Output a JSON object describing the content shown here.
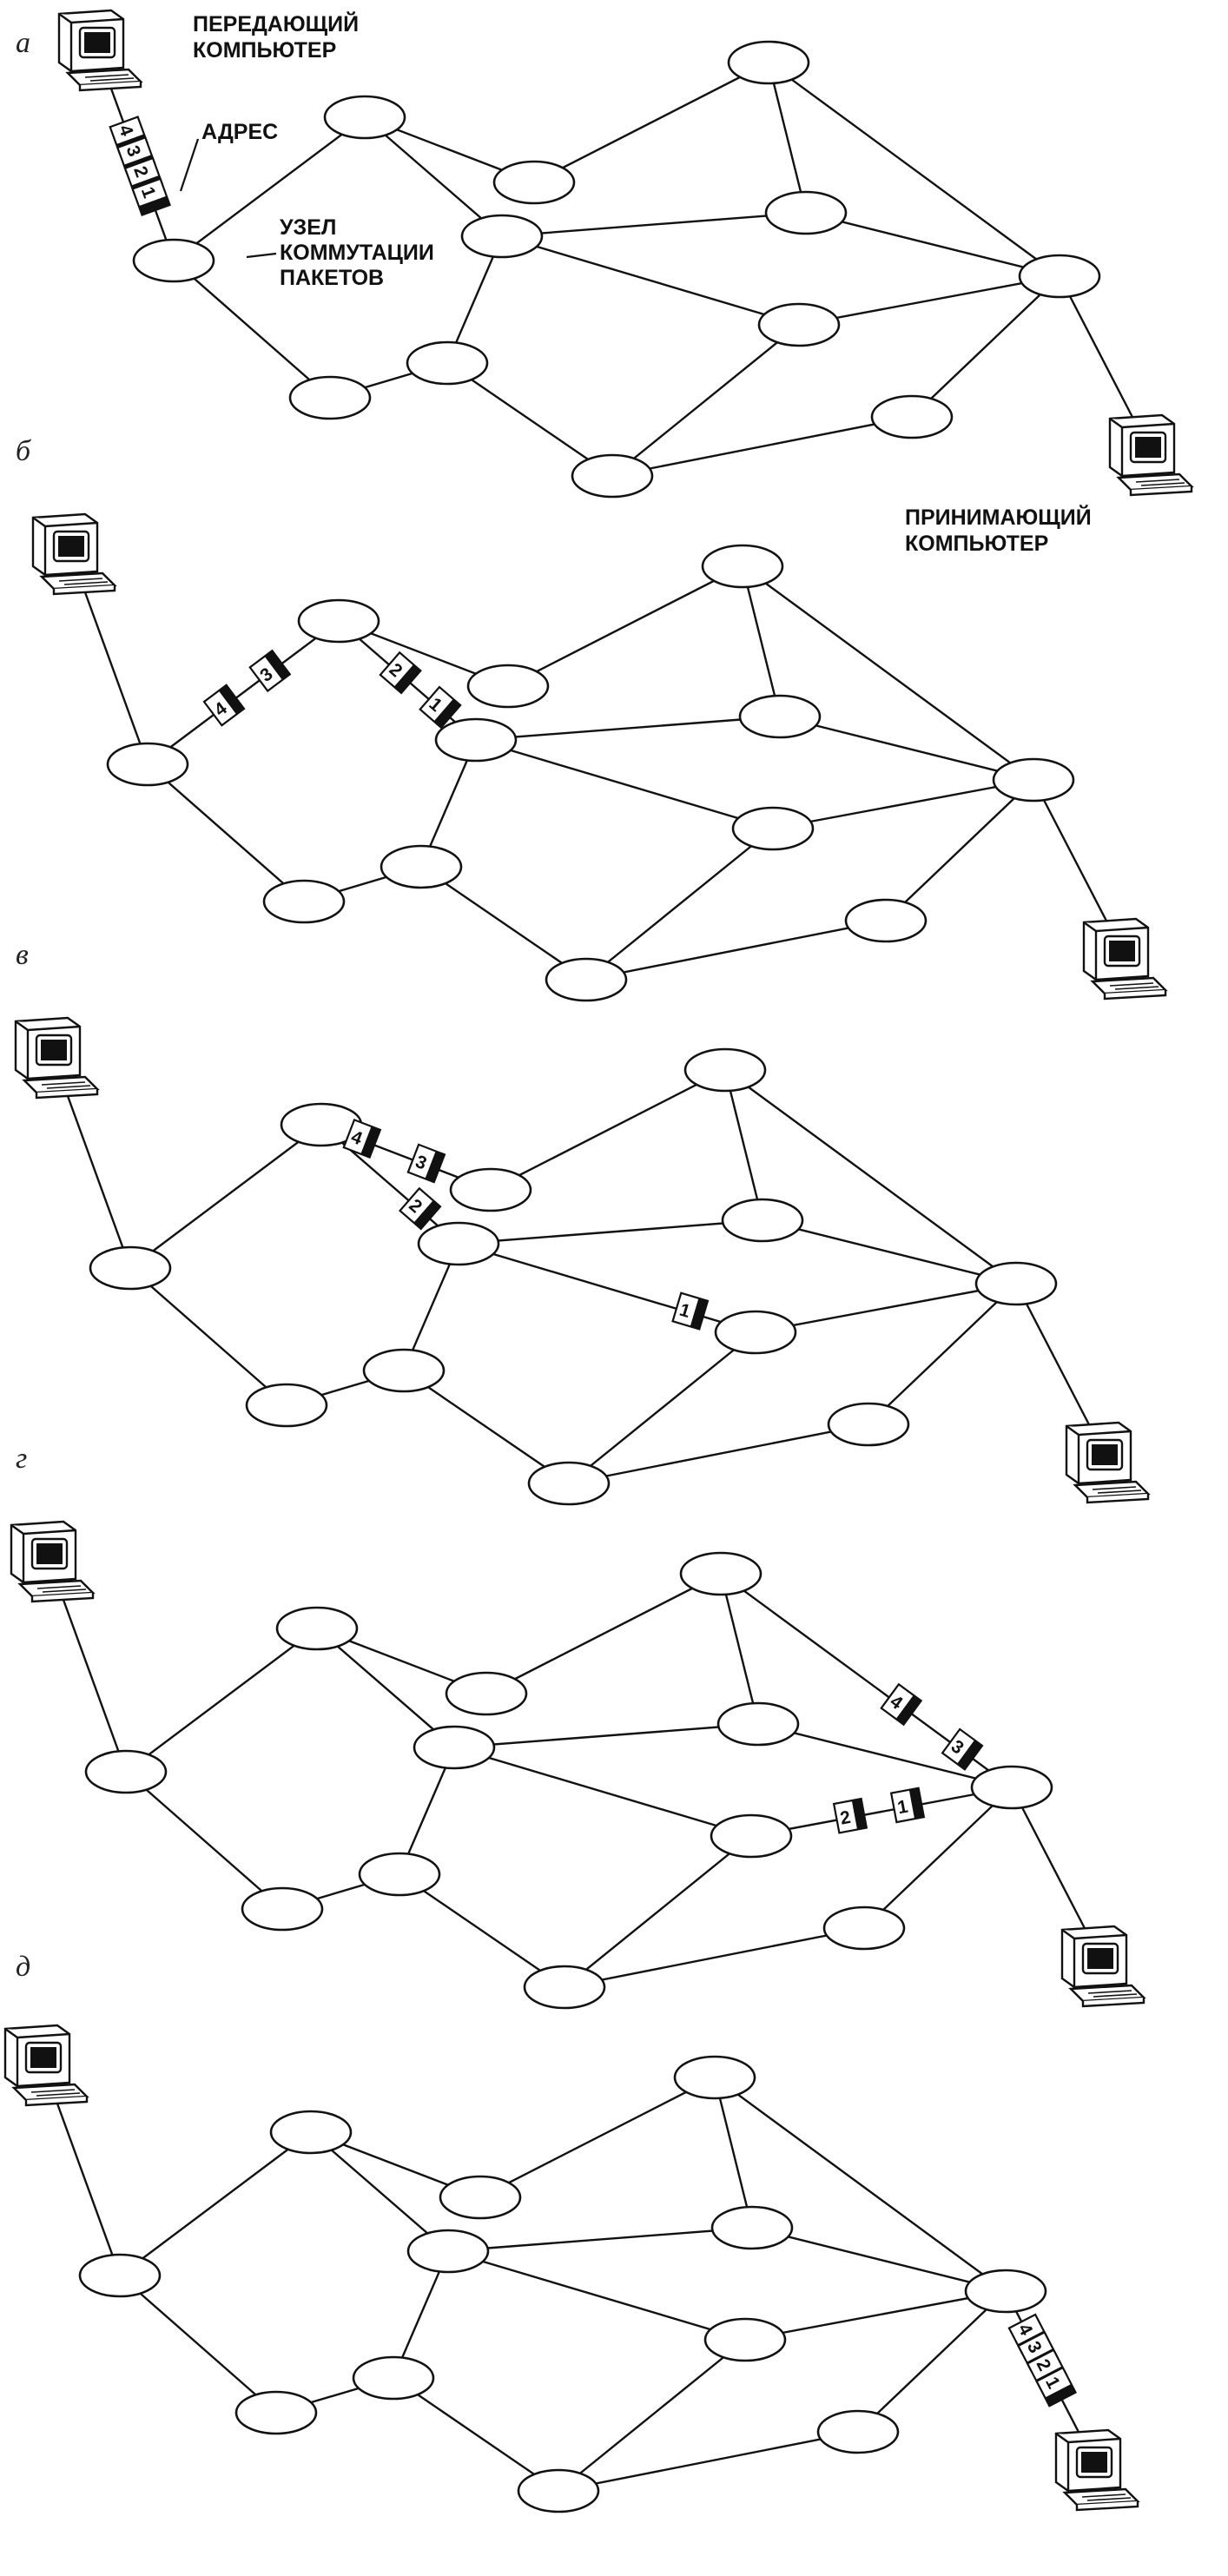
{
  "labels": {
    "sender_computer": [
      "ПЕРЕДАЮЩИЙ",
      "КОМПЬЮТЕР"
    ],
    "address": "АДРЕС",
    "switching_node": [
      "УЗЕЛ",
      "КОММУТАЦИИ",
      "ПАКЕТОВ"
    ],
    "receiver_computer": [
      "ПРИНИМАЮЩИЙ",
      "КОМПЬЮТЕР"
    ]
  },
  "panels": [
    {
      "letter": "а",
      "packets": [
        {
          "num": "4",
          "edge": "sender-link",
          "t": 0.28
        },
        {
          "num": "3",
          "edge": "sender-link",
          "t": 0.4
        },
        {
          "num": "2",
          "edge": "sender-link",
          "t": 0.52
        },
        {
          "num": "1",
          "edge": "sender-link",
          "t": 0.64
        }
      ]
    },
    {
      "letter": "б",
      "packets": [
        {
          "num": "4",
          "edge": "A-B",
          "t": 0.4
        },
        {
          "num": "3",
          "edge": "A-B",
          "t": 0.64
        },
        {
          "num": "2",
          "edge": "B-E",
          "t": 0.45
        },
        {
          "num": "1",
          "edge": "B-E",
          "t": 0.74
        }
      ]
    },
    {
      "letter": "в",
      "packets": [
        {
          "num": "4",
          "edge": "B-C",
          "t": 0.24
        },
        {
          "num": "3",
          "edge": "B-C",
          "t": 0.62
        },
        {
          "num": "2",
          "edge": "B-E",
          "t": 0.72
        },
        {
          "num": "1",
          "edge": "E-I",
          "t": 0.78
        }
      ]
    },
    {
      "letter": "г",
      "packets": [
        {
          "num": "4",
          "edge": "D-H",
          "t": 0.62
        },
        {
          "num": "3",
          "edge": "D-H",
          "t": 0.83
        },
        {
          "num": "2",
          "edge": "I-H",
          "t": 0.38
        },
        {
          "num": "1",
          "edge": "I-H",
          "t": 0.6
        }
      ]
    },
    {
      "letter": "д",
      "packets": [
        {
          "num": "4",
          "edge": "receiver-link",
          "t": 0.3
        },
        {
          "num": "3",
          "edge": "receiver-link",
          "t": 0.42
        },
        {
          "num": "2",
          "edge": "receiver-link",
          "t": 0.54
        },
        {
          "num": "1",
          "edge": "receiver-link",
          "t": 0.66
        }
      ]
    }
  ],
  "network": {
    "nodes": [
      "A",
      "B",
      "C",
      "D",
      "E",
      "F",
      "G",
      "H",
      "I",
      "J",
      "K"
    ],
    "edges": [
      [
        "A",
        "B"
      ],
      [
        "A",
        "G"
      ],
      [
        "G",
        "F"
      ],
      [
        "F",
        "K"
      ],
      [
        "B",
        "C"
      ],
      [
        "B",
        "E"
      ],
      [
        "C",
        "D"
      ],
      [
        "D",
        "H"
      ],
      [
        "E",
        "F"
      ],
      [
        "E",
        "I"
      ],
      [
        "E",
        "J"
      ],
      [
        "J",
        "D"
      ],
      [
        "J",
        "H"
      ],
      [
        "I",
        "H"
      ],
      [
        "I",
        "K"
      ],
      [
        "H",
        "L"
      ],
      [
        "L",
        "K"
      ]
    ]
  }
}
